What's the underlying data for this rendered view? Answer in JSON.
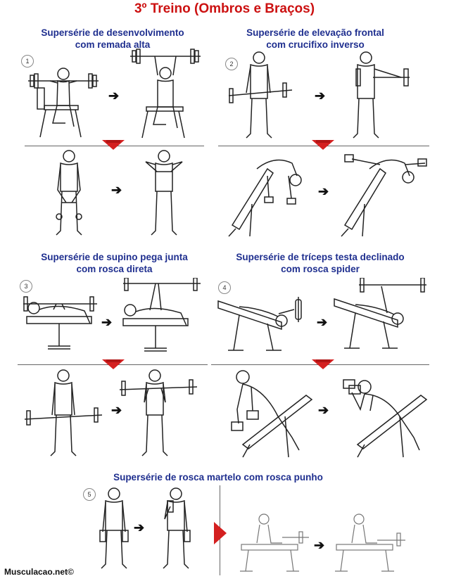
{
  "title": "3º Treino (Ombros e Braços)",
  "sections": [
    {
      "number": "1",
      "heading_line1": "Supersérie de desenvolvimento",
      "heading_line2": "com remada alta"
    },
    {
      "number": "2",
      "heading_line1": "Supersérie de elevação frontal",
      "heading_line2": "com crucifixo inverso"
    },
    {
      "number": "3",
      "heading_line1": "Supersérie de supino pega junta",
      "heading_line2": "com rosca direta"
    },
    {
      "number": "4",
      "heading_line1": "Supersérie de tríceps testa declinado",
      "heading_line2": "com rosca spider"
    },
    {
      "number": "5",
      "heading_line1": "Supersérie de rosca martelo com rosca punho",
      "heading_line2": ""
    }
  ],
  "arrow_glyph": "➔",
  "footer": "Musculacao.net©",
  "colors": {
    "title": "#cc1111",
    "heading": "#1f2f8f",
    "red_arrow": "#d42020"
  }
}
